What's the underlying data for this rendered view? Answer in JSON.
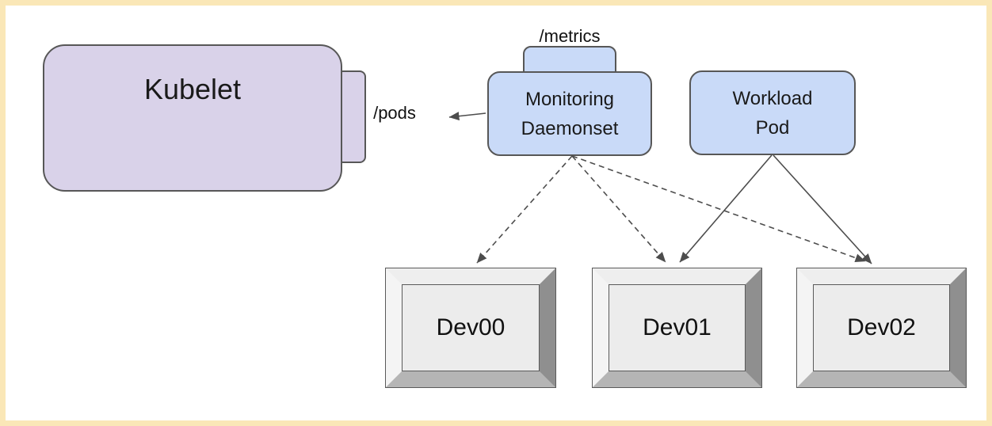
{
  "canvas": {
    "background": "#ffffff",
    "frame_color": "#fae7b7"
  },
  "nodes": {
    "kubelet": {
      "label": "Kubelet",
      "fill": "#d9d2e9"
    },
    "pods_endpoint": {
      "label": "/pods"
    },
    "metrics_endpoint": {
      "label": "/metrics"
    },
    "monitoring_daemonset": {
      "line1": "Monitoring",
      "line2": "Daemonset",
      "fill": "#c9daf8"
    },
    "workload_pod": {
      "line1": "Workload",
      "line2": "Pod",
      "fill": "#c9daf8"
    },
    "devices": [
      {
        "label": "Dev00"
      },
      {
        "label": "Dev01"
      },
      {
        "label": "Dev02"
      }
    ]
  },
  "colors": {
    "node_border": "#575757",
    "edge_stroke": "#4d4d4d",
    "device_face_light": "#f4f4f4",
    "device_face_top": "#eeeeee",
    "device_face_right": "#8f8f8f",
    "device_face_bottom": "#b5b5b5",
    "device_panel": "#ececec"
  },
  "edges": [
    {
      "from": "monitoring_daemonset",
      "to": "pods_endpoint",
      "style": "solid-arrow"
    },
    {
      "from": "monitoring_daemonset",
      "to": "Dev00",
      "style": "dashed-arrow"
    },
    {
      "from": "monitoring_daemonset",
      "to": "Dev01",
      "style": "dashed-arrow"
    },
    {
      "from": "monitoring_daemonset",
      "to": "Dev02",
      "style": "dashed-arrow"
    },
    {
      "from": "workload_pod",
      "to": "Dev01",
      "style": "solid-arrow"
    },
    {
      "from": "workload_pod",
      "to": "Dev02",
      "style": "solid-arrow"
    }
  ]
}
